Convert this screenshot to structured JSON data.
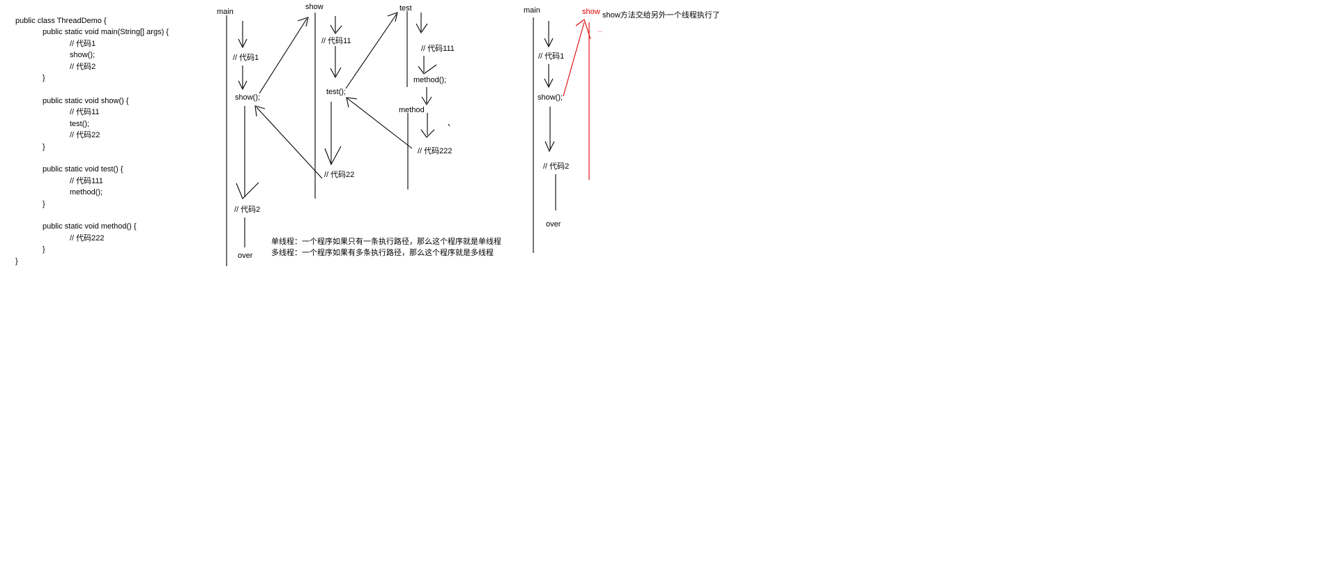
{
  "code": {
    "lines": [
      "public class ThreadDemo {",
      "public static void main(String[] args) {",
      "// 代码1",
      "show();",
      "// 代码2",
      "}",
      "public static void show() {",
      "// 代码11",
      "test();",
      "// 代码22",
      "}",
      "public static void test() {",
      "// 代码111",
      "method();",
      "}",
      "public static void method() {",
      "// 代码222",
      "}",
      "}"
    ]
  },
  "single_thread_diagram": {
    "main_label": "main",
    "show_label": "show",
    "test_label": "test",
    "method_label": "method",
    "main_code1": "// 代码1",
    "main_call_show": "show();",
    "main_code2": "// 代码2",
    "main_over": "over",
    "show_code11": "// 代码11",
    "show_call_test": "test();",
    "show_code22": "// 代码22",
    "test_code111": "// 代码111",
    "test_call_method": "method();",
    "method_code222": "// 代码222",
    "note_single": "单线程：一个程序如果只有一条执行路径，那么这个程序就是单线程",
    "note_multi": "多线程：一个程序如果有多条执行路径，那么这个程序就是多线程"
  },
  "multi_thread_diagram": {
    "main_label": "main",
    "show_label": "show",
    "show_note": "show方法交给另外一个线程执行了",
    "ellipsis": "...",
    "main_code1": "// 代码1",
    "main_call_show": "show();",
    "main_code2": "// 代码2",
    "main_over": "over"
  },
  "colors": {
    "ink": "#000000",
    "accent_red": "#e00000"
  }
}
